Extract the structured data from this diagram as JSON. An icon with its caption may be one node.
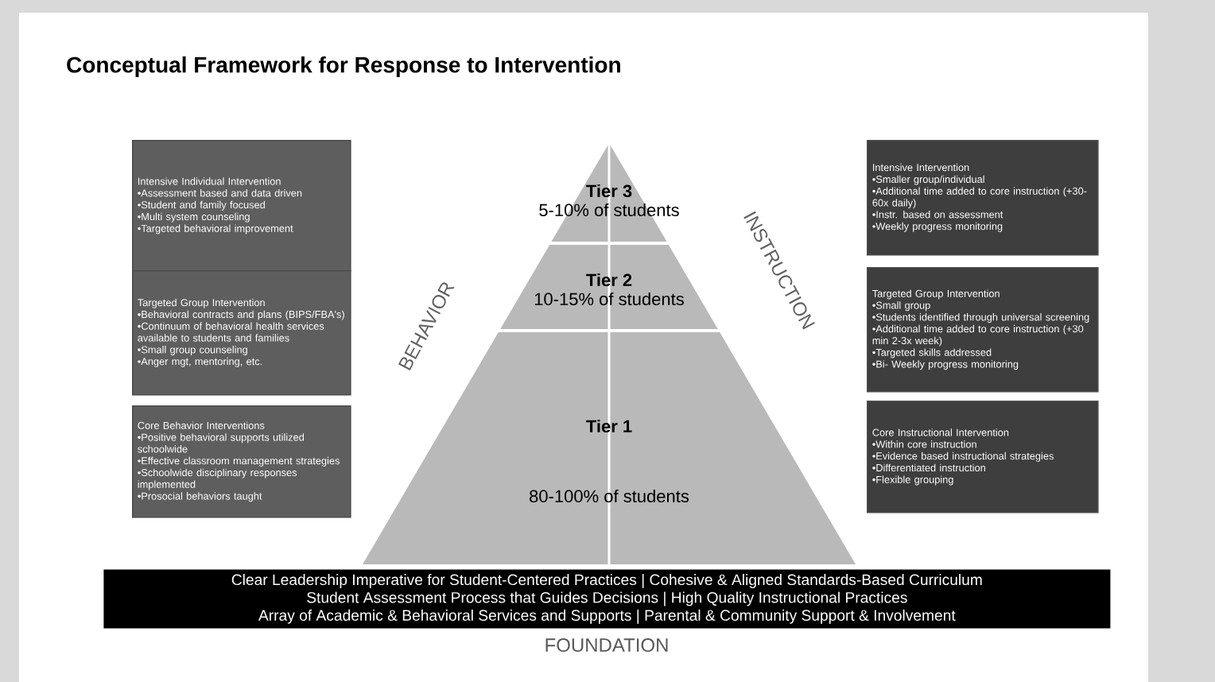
{
  "diagram": {
    "title": "Conceptual Framework for Response to Intervention",
    "nodes": [
      {
        "text": [
          "Intensive Individual Intervention",
          "•Assessment based and data driven",
          "•Student and family focused",
          "•Multi system counseling",
          "•Targeted behavioral improvement"
        ]
      },
      {
        "text": [
          "Targeted Group Intervention",
          "•Behavioral contracts and plans (BIPS/FBA's)",
          "•Continuum of behavioral health services available to students and families",
          "•Small group counseling",
          "•Anger mgt, mentoring, etc."
        ]
      },
      {
        "text": [
          "Core Behavior Interventions",
          "•Positive behavioral supports utilized schoolwide",
          "•Effective classroom management strategies",
          "•Schoolwide disciplinary responses implemented",
          "•Prosocial behaviors taught"
        ]
      },
      {
        "text": [
          "Tier 3",
          "5-10% of students"
        ]
      },
      {
        "text": [
          "Tier 2",
          "10-15% of students"
        ]
      },
      {
        "text": [
          "Tier 1",
          "80-100% of students"
        ]
      },
      {
        "text": [
          "Intensive Intervention",
          "•Smaller group/individual",
          "•Additional time added to core instruction  (+30-60x daily)",
          "•Instr. based on assessment",
          "•Weekly progress monitoring"
        ]
      },
      {
        "text": [
          "Targeted Group Intervention",
          "•Small group",
          "•Students identified through universal screening",
          "•Additional time added to core instruction (+30 min 2-3x week)",
          "•Targeted skills addressed",
          "•Bi- Weekly progress monitoring"
        ]
      },
      {
        "text": [
          "Core Instructional Intervention",
          "•Within core instruction",
          "•Evidence based instructional strategies",
          "•Differentiated instruction",
          "•Flexible grouping"
        ]
      },
      {
        "text": [
          "Clear Leadership Imperative for Student-Centered Practices  |  Cohesive & Aligned Standards-Based Curriculum",
          "Student Assessment Process that Guides Decisions  |  High Quality Instructional Practices",
          "Array of Academic & Behavioral Services and Supports  |  Parental & Community Support & Involvement"
        ],
        "beside": [
          "FOUNDATION"
        ]
      }
    ],
    "labels": [
      "BEHAVIOR",
      "INSTRUCTION"
    ]
  }
}
